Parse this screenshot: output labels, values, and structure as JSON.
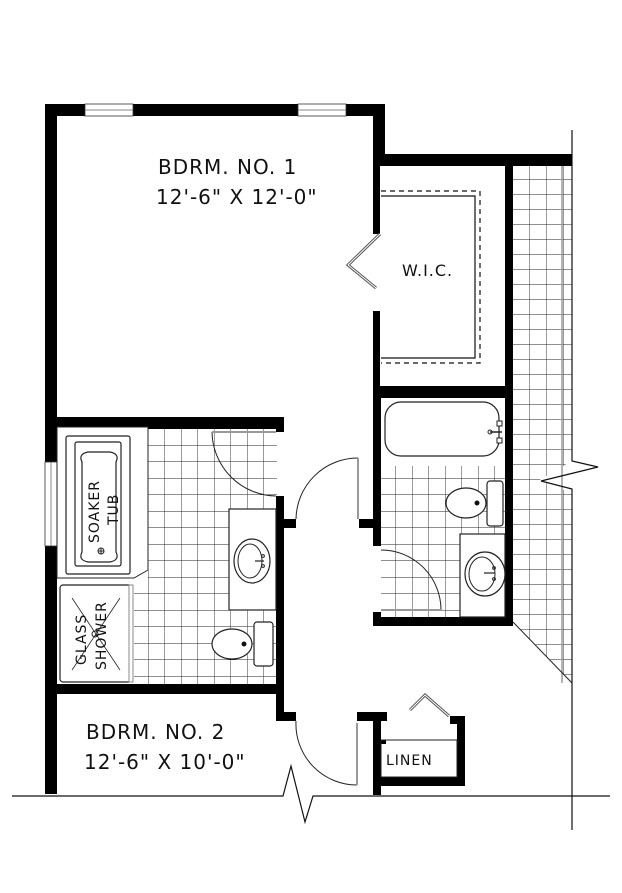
{
  "plan": {
    "rooms": [
      {
        "id": "bedroom-1",
        "name": "BDRM. NO. 1",
        "dimensions": "12'-6\" X 12'-0\""
      },
      {
        "id": "bedroom-2",
        "name": "BDRM. NO. 2",
        "dimensions": "12'-6\" X 10'-0\""
      },
      {
        "id": "walk-in-closet",
        "name": "W.I.C."
      },
      {
        "id": "linen",
        "name": "LINEN"
      }
    ],
    "fixtures": {
      "soaker_tub_line1": "SOAKER",
      "soaker_tub_line2": "TUB",
      "glass_shower_line1": "GLASS",
      "glass_shower_line2": "SHOWER"
    },
    "colors": {
      "wall": "#000000",
      "line": "#222222",
      "tile_light": "#9a9a9a",
      "background": "#ffffff"
    }
  }
}
